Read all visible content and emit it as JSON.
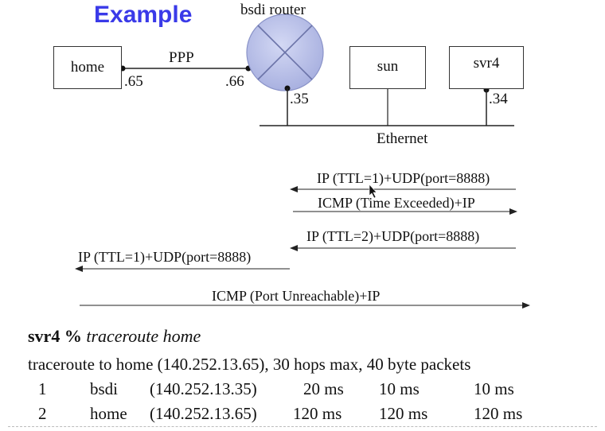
{
  "title": "Example",
  "nodes": {
    "router": "bsdi router",
    "home": "home",
    "sun": "sun",
    "svr4": "svr4"
  },
  "links": {
    "ppp": "PPP",
    "ethernet": "Ethernet"
  },
  "addresses": {
    "home": ".65",
    "router_ppp": ".66",
    "router_eth": ".35",
    "svr4": ".34"
  },
  "messages": {
    "m1": "IP (TTL=1)+UDP(port=8888)",
    "m2": "ICMP (Time Exceeded)+IP",
    "m3": "IP (TTL=2)+UDP(port=8888)",
    "m4": "IP (TTL=1)+UDP(port=8888)",
    "m5": "ICMP (Port Unreachable)+IP"
  },
  "terminal": {
    "prompt": "svr4 %",
    "command": "traceroute home",
    "header": "traceroute to home (140.252.13.65), 30 hops max, 40 byte packets",
    "hops": [
      {
        "n": "1",
        "host": "bsdi",
        "ip": "(140.252.13.35)",
        "t1": "20 ms",
        "t2": "10 ms",
        "t3": "10 ms"
      },
      {
        "n": "2",
        "host": "home",
        "ip": "(140.252.13.65)",
        "t1": "120 ms",
        "t2": "120 ms",
        "t3": "120 ms"
      }
    ]
  },
  "colors": {
    "title": "#3a3ae8",
    "router_fill": "#b8bfe6",
    "router_stroke": "#8a93c8"
  }
}
